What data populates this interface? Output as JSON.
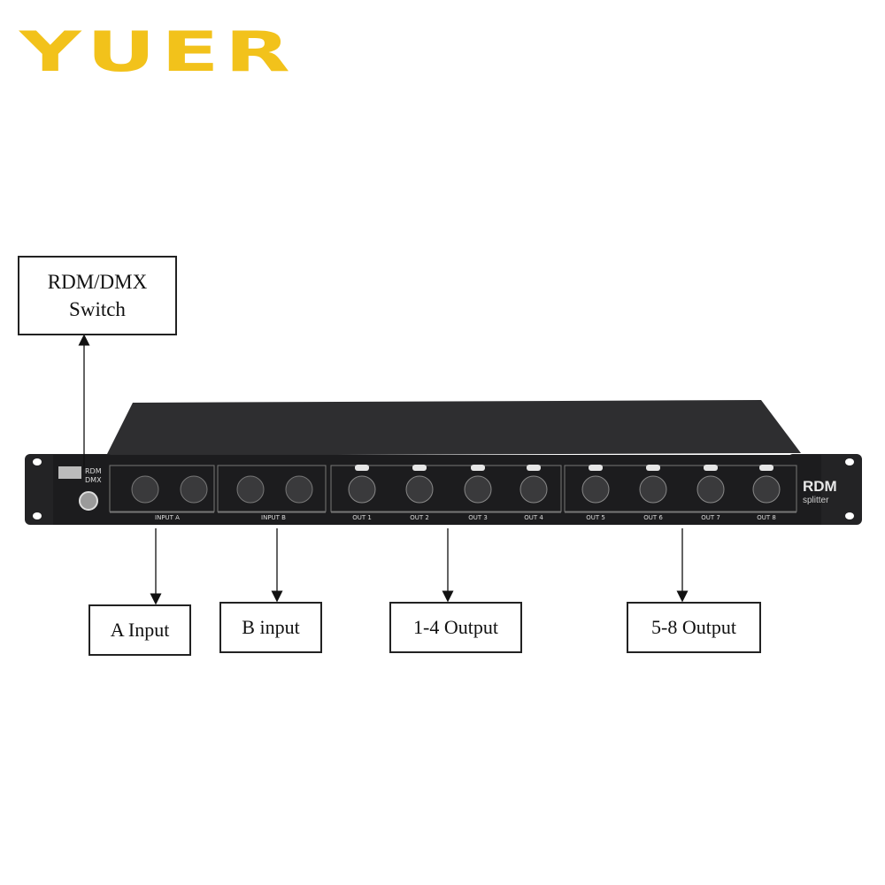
{
  "brand": {
    "logo_text": "YUER",
    "logo_color": "#f2c21b"
  },
  "callouts": {
    "rdm_switch": {
      "line1": "RDM/DMX",
      "line2": "Switch"
    },
    "a_input": "A Input",
    "b_input": "B  input",
    "out_1_4": "1-4  Output",
    "out_5_8": "5-8  Output"
  },
  "device": {
    "switch_labels": [
      "RDM",
      "DMX"
    ],
    "input_labels": [
      "INPUT A",
      "INPUT B"
    ],
    "output_labels": [
      "OUT 1",
      "OUT 2",
      "OUT 3",
      "OUT 4",
      "OUT 5",
      "OUT 6",
      "OUT 7",
      "OUT 8"
    ],
    "name_line1": "RDM",
    "name_line2": "splitter",
    "panel_color": "#1c1c1e",
    "top_color": "#2e2e30"
  }
}
